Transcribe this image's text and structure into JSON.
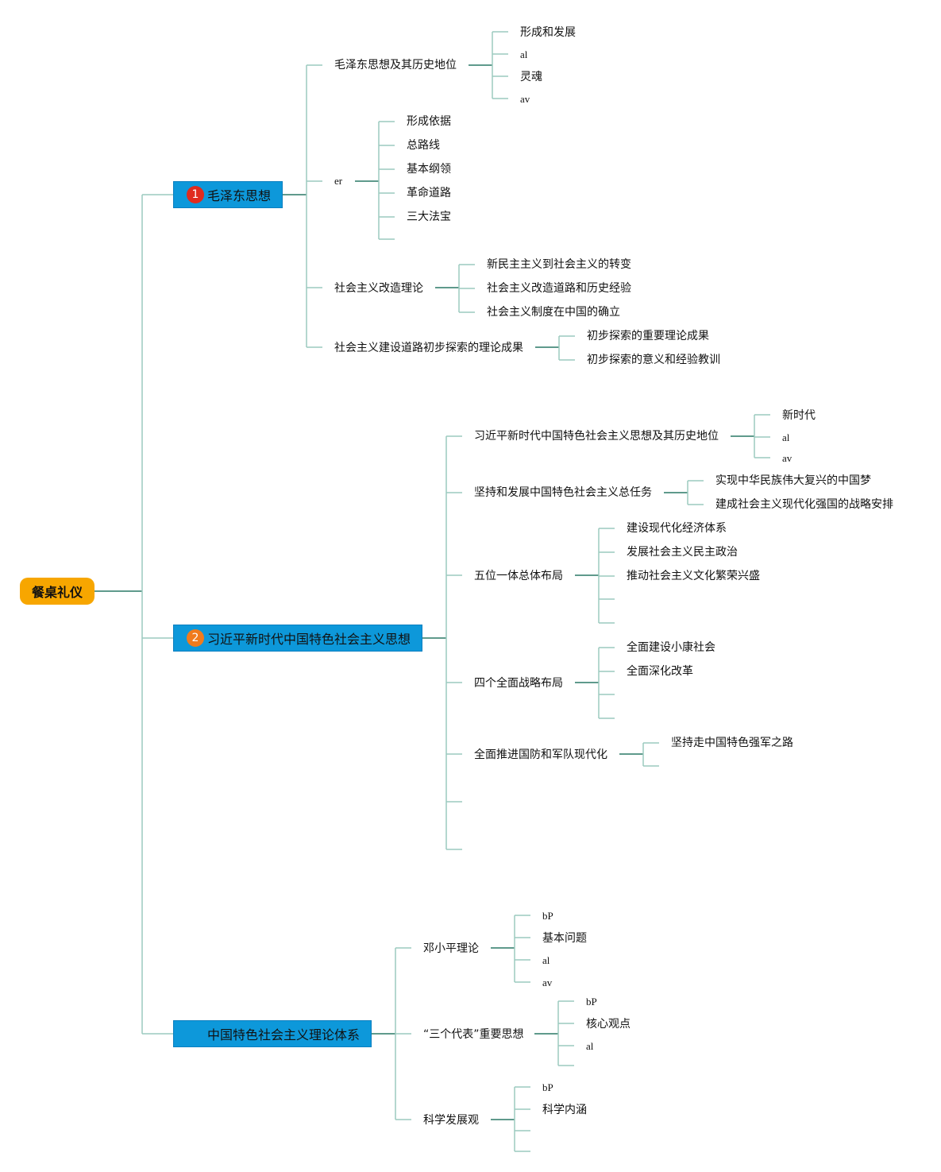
{
  "root": {
    "label": "餐桌礼仪",
    "color": "#f7a600"
  },
  "colors": {
    "branch": "#0d98da",
    "line": "#6fa59a",
    "badge1": "#e02b1e",
    "badge2": "#f07b1d"
  },
  "branches": [
    {
      "badge": "1",
      "label": "毛泽东思想",
      "children": [
        {
          "label": "毛泽东思想及其历史地位",
          "children": [
            "形成和发展",
            "al",
            "灵魂",
            "av"
          ]
        },
        {
          "label": "er",
          "children": [
            "形成依据",
            "总路线",
            "基本纲领",
            "革命道路",
            "三大法宝",
            ""
          ]
        },
        {
          "label": "社会主义改造理论",
          "children": [
            "新民主主义到社会主义的转变",
            "社会主义改造道路和历史经验",
            "社会主义制度在中国的确立"
          ]
        },
        {
          "label": "社会主义建设道路初步探索的理论成果",
          "children": [
            "初步探索的重要理论成果",
            "初步探索的意义和经验教训"
          ]
        }
      ]
    },
    {
      "badge": "2",
      "label": "习近平新时代中国特色社会主义思想",
      "children": [
        {
          "label": "习近平新时代中国特色社会主义思想及其历史地位",
          "children": [
            "新时代",
            "al",
            "av"
          ]
        },
        {
          "label": "坚持和发展中国特色社会主义总任务",
          "children": [
            "实现中华民族伟大复兴的中国梦",
            "建成社会主义现代化强国的战略安排"
          ]
        },
        {
          "label": "五位一体总体布局",
          "children": [
            "建设现代化经济体系",
            "发展社会主义民主政治",
            "推动社会主义文化繁荣兴盛",
            "",
            ""
          ]
        },
        {
          "label": "四个全面战略布局",
          "children": [
            "全面建设小康社会",
            "全面深化改革",
            "",
            ""
          ]
        },
        {
          "label": "全面推进国防和军队现代化",
          "children": [
            "坚持走中国特色强军之路",
            ""
          ]
        },
        {
          "label": "",
          "children": []
        },
        {
          "label": "",
          "children": []
        }
      ]
    },
    {
      "badge": "",
      "label": "中国特色社会主义理论体系",
      "children": [
        {
          "label": "邓小平理论",
          "children": [
            "bP",
            "基本问题",
            "al",
            "av"
          ]
        },
        {
          "label": "“三个代表”重要思想",
          "children": [
            "bP",
            "核心观点",
            "al",
            ""
          ]
        },
        {
          "label": "科学发展观",
          "children": [
            "bP",
            "科学内涵",
            "",
            ""
          ]
        }
      ]
    }
  ]
}
